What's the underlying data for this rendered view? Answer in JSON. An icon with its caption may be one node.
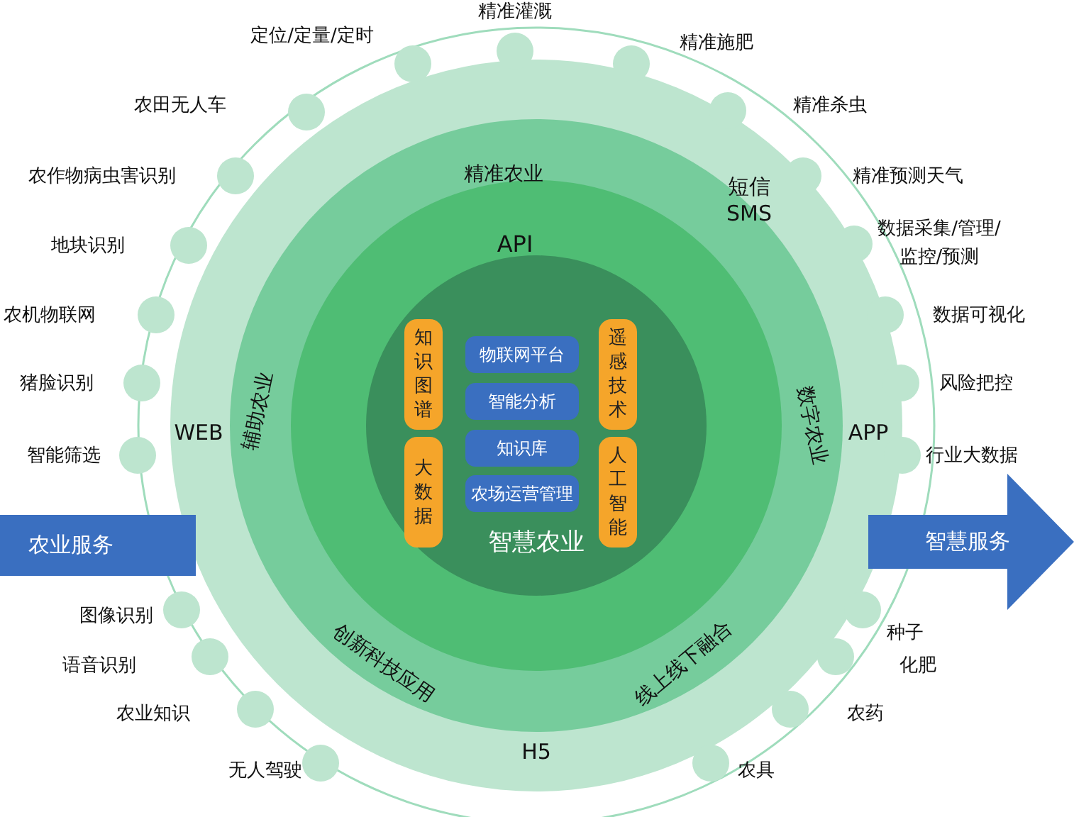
{
  "diagram": {
    "nodes": [
      {
        "text": [],
        "shape": "circle"
      },
      {
        "text": [
          "短信 SMS",
          "WEB",
          "APP",
          "H5"
        ],
        "in": 0
      },
      {
        "text": [
          "精准农业",
          "辅助农业",
          "数字农业",
          "创新科技应用",
          "线上线下融合"
        ],
        "in": 1
      },
      {
        "text": [
          "API"
        ],
        "in": 2
      },
      {
        "text": [
          "智慧农业"
        ],
        "in": 3
      },
      {
        "text": [
          "知识图谱"
        ],
        "in": 4
      },
      {
        "text": [
          "物联网平台"
        ],
        "in": 4
      },
      {
        "text": [
          "遥感技术"
        ],
        "in": 4
      },
      {
        "text": [
          "智能分析"
        ],
        "in": 4
      },
      {
        "text": [
          "知识库"
        ],
        "in": 4
      },
      {
        "text": [
          "大数据"
        ],
        "in": 4
      },
      {
        "text": [
          "农场运营管理"
        ],
        "in": 4
      },
      {
        "text": [
          "人工智能"
        ],
        "in": 4
      },
      {
        "text": [
          "农业服务"
        ]
      },
      {
        "text": [
          "智慧服务"
        ]
      },
      {
        "text": [],
        "shape": "circle",
        "beside": [
          "精准灌溉"
        ],
        "in": 0
      },
      {
        "text": [],
        "shape": "circle",
        "beside": [
          "定位/定量/定时"
        ],
        "in": 0
      },
      {
        "text": [],
        "shape": "circle",
        "beside": [
          "精准施肥"
        ],
        "in": 0
      },
      {
        "text": [],
        "shape": "circle",
        "beside": [
          "农田无人车"
        ],
        "in": 0
      },
      {
        "text": [],
        "shape": "circle",
        "beside": [
          "精准杀虫"
        ],
        "in": 0
      },
      {
        "text": [],
        "shape": "circle",
        "beside": [
          "农作物病虫害识别"
        ],
        "in": 0
      },
      {
        "text": [],
        "shape": "circle",
        "beside": [
          "精准预测天气"
        ],
        "in": 0
      },
      {
        "text": [],
        "shape": "circle",
        "beside": [
          "地块识别"
        ],
        "in": 0
      },
      {
        "text": [],
        "shape": "circle",
        "beside": [
          "数据采集/管理/监控/预测"
        ],
        "in": 0
      },
      {
        "text": [],
        "shape": "circle",
        "beside": [
          "农机物联网"
        ],
        "in": 0
      },
      {
        "text": [],
        "shape": "circle",
        "beside": [
          "数据可视化"
        ],
        "in": 0
      },
      {
        "text": [],
        "shape": "circle",
        "beside": [
          "猪脸识别"
        ],
        "in": 0
      },
      {
        "text": [],
        "shape": "circle",
        "beside": [
          "风险把控"
        ],
        "in": 0
      },
      {
        "text": [],
        "shape": "circle",
        "beside": [
          "智能筛选"
        ],
        "in": 0
      },
      {
        "text": [],
        "shape": "circle",
        "beside": [
          "行业大数据"
        ],
        "in": 0
      },
      {
        "text": [],
        "shape": "circle",
        "beside": [
          "图像识别"
        ],
        "in": 0
      },
      {
        "text": [],
        "shape": "circle",
        "beside": [
          "种子"
        ],
        "in": 0
      },
      {
        "text": [],
        "shape": "circle",
        "beside": [
          "语音识别"
        ],
        "in": 0
      },
      {
        "text": [],
        "shape": "circle",
        "beside": [
          "化肥"
        ],
        "in": 0
      },
      {
        "text": [],
        "shape": "circle",
        "beside": [
          "农业知识"
        ],
        "in": 0
      },
      {
        "text": [],
        "shape": "circle",
        "beside": [
          "农药"
        ],
        "in": 0
      },
      {
        "text": [],
        "shape": "circle",
        "beside": [
          "无人驾驶"
        ],
        "in": 0
      },
      {
        "text": [],
        "shape": "circle",
        "beside": [
          "农具"
        ],
        "in": 0
      }
    ]
  }
}
